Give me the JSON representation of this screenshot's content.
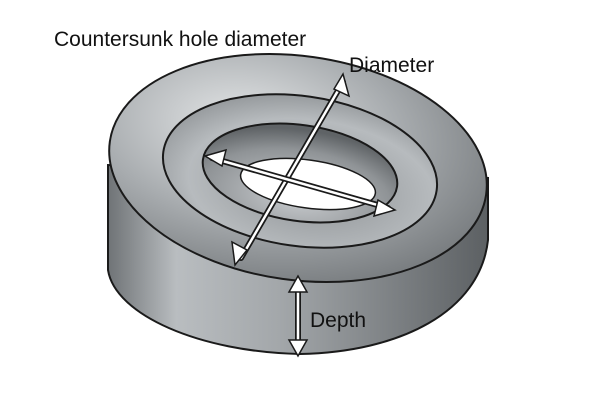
{
  "title": "Countersunk hole diameter",
  "labels": {
    "diameter": "Diameter",
    "depth": "Depth"
  },
  "colors": {
    "metal_dark": "#5a5e61",
    "metal_mid": "#9ea3a6",
    "metal_light": "#d9dcde",
    "outline": "#1a1a1a",
    "arrow_fill": "#ffffff"
  }
}
